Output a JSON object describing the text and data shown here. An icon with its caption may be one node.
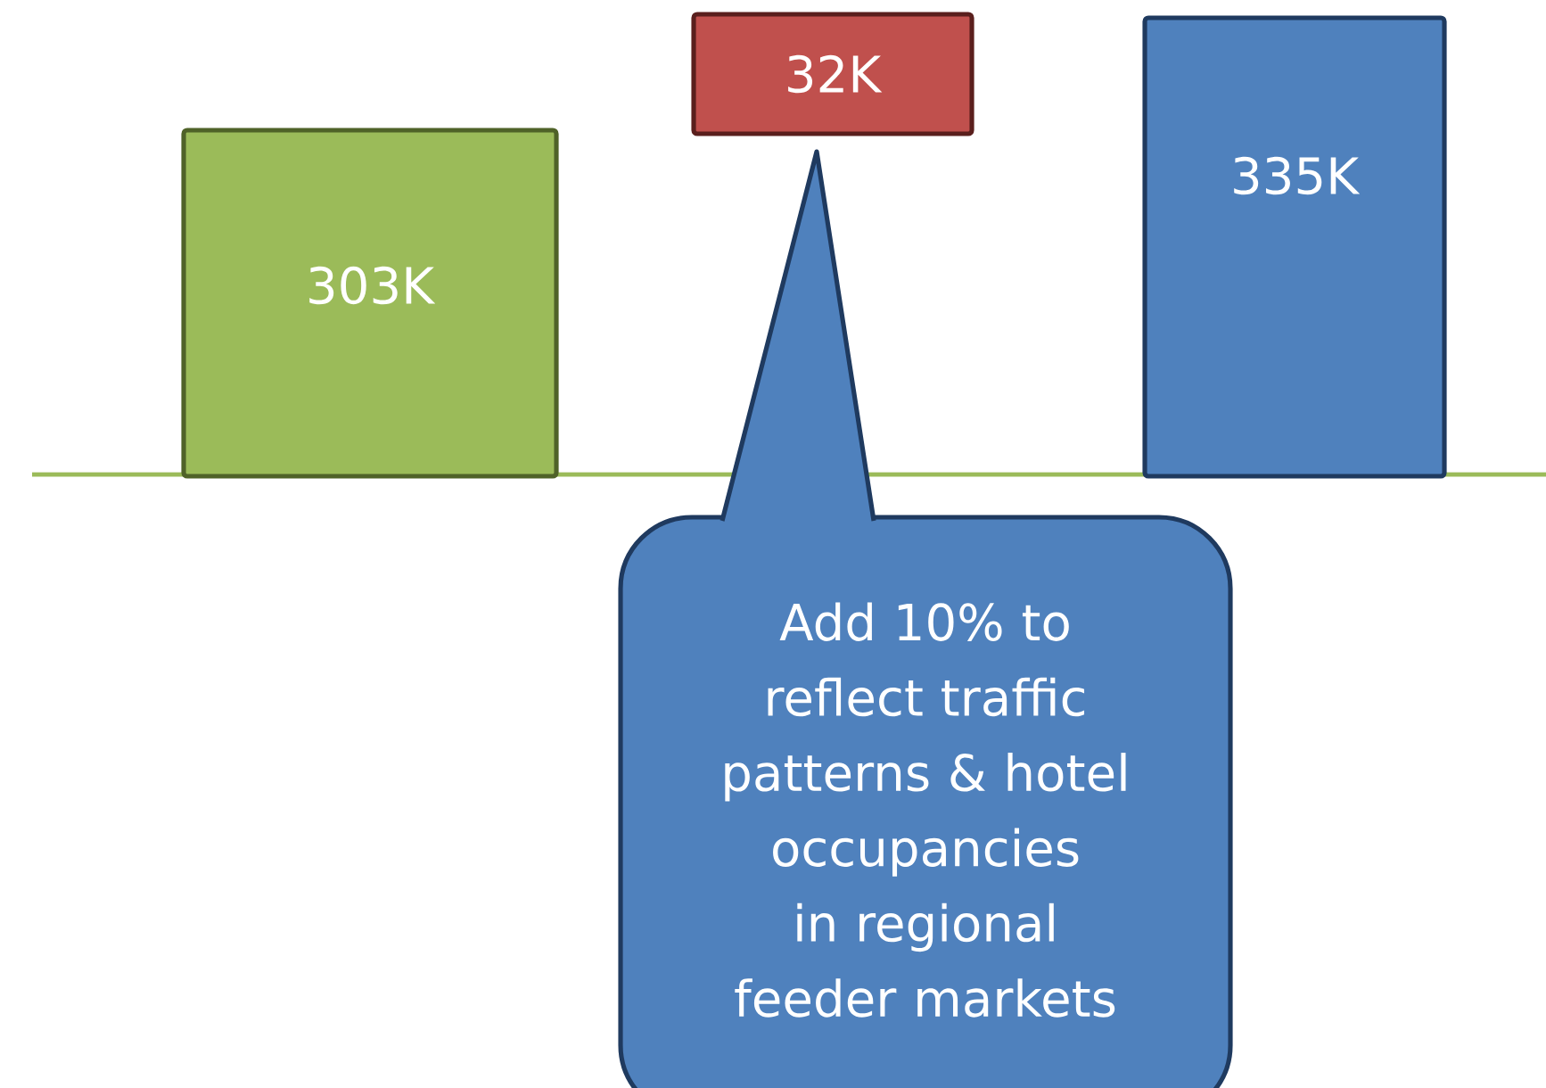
{
  "diagram": {
    "nodes": [
      {
        "text": [
          "303K"
        ]
      },
      {
        "text": [
          "32K"
        ]
      },
      {
        "text": [
          "335K"
        ]
      },
      {
        "text": [
          "Add 10% to reflect traffic patterns & hotel occupancies in regional feeder markets"
        ]
      }
    ]
  }
}
